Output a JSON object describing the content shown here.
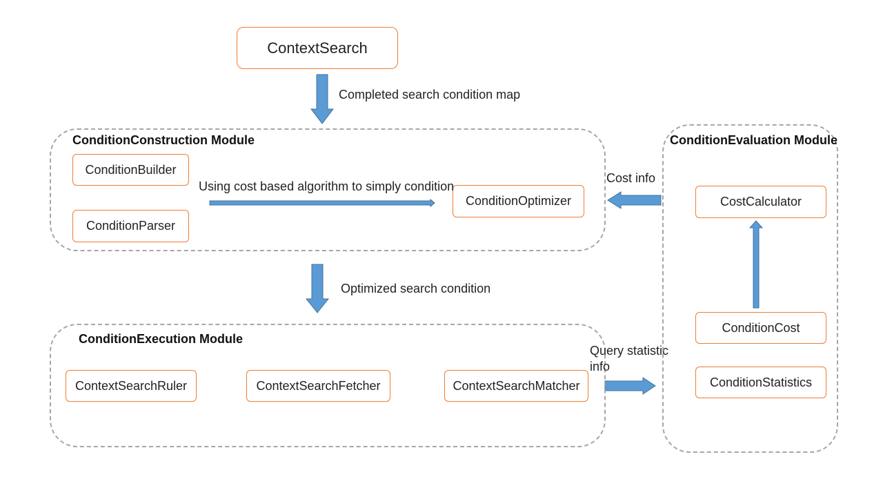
{
  "top": {
    "context_search": "ContextSearch"
  },
  "labels": {
    "completed_map": "Completed search condition map",
    "cost_algo": "Using cost based algorithm to simply condition",
    "cost_info": "Cost info",
    "optimized": "Optimized search condition",
    "query_stat_line1": "Query statistic",
    "query_stat_line2": "info"
  },
  "construction": {
    "title": "ConditionConstruction Module",
    "builder": "ConditionBuilder",
    "parser": "ConditionParser",
    "optimizer": "ConditionOptimizer"
  },
  "execution": {
    "title": "ConditionExecution Module",
    "ruler": "ContextSearchRuler",
    "fetcher": "ContextSearchFetcher",
    "matcher": "ContextSearchMatcher"
  },
  "evaluation": {
    "title": "ConditionEvaluation Module",
    "calculator": "CostCalculator",
    "cost": "ConditionCost",
    "statistics": "ConditionStatistics"
  },
  "colors": {
    "arrow_fill": "#5b9bd5",
    "arrow_stroke": "#41719c",
    "box_border": "#ed7d31",
    "group_border": "#a6a6a6"
  }
}
